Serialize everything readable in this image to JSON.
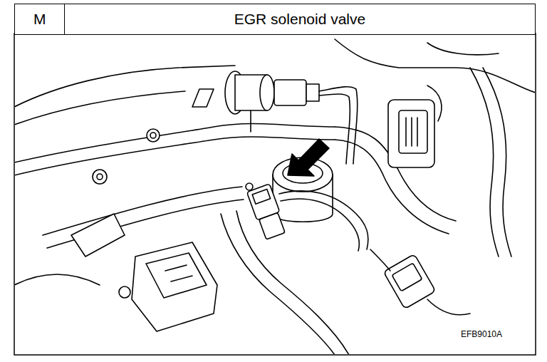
{
  "diagram": {
    "nodes": [
      {
        "text": [
          "M"
        ]
      },
      {
        "text": [
          "EGR solenoid valve"
        ]
      }
    ],
    "labels": [
      "EFB9010A"
    ]
  }
}
